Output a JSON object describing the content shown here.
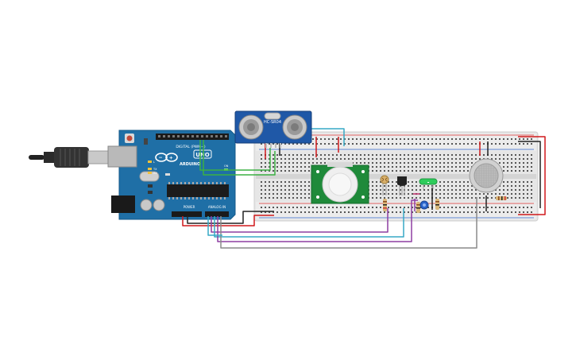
{
  "arduino": {
    "brand": "ARDUINO",
    "model": "UNO",
    "digital_label": "DIGITAL (PWM~)",
    "power_label": "POWER",
    "analog_label": "ANALOG IN",
    "on_label": "ON",
    "tx_label": "TX",
    "rx_label": "RX",
    "l_label": "L"
  },
  "ultrasonic": {
    "model": "HC-SR04"
  },
  "components": [
    {
      "name": "usb-cable"
    },
    {
      "name": "arduino-uno"
    },
    {
      "name": "breadboard"
    },
    {
      "name": "ultrasonic-sensor"
    },
    {
      "name": "pir-sensor"
    },
    {
      "name": "photoresistor"
    },
    {
      "name": "temperature-sensor"
    },
    {
      "name": "led"
    },
    {
      "name": "potentiometer"
    },
    {
      "name": "gas-sensor"
    },
    {
      "name": "resistor"
    }
  ],
  "colors": {
    "board": "#1f6fa6",
    "breadboard": "#e9e9e9",
    "wire_red": "#d0191b",
    "wire_black": "#222222",
    "wire_green": "#3bb143",
    "wire_cyan": "#36a9c5",
    "wire_purple": "#8e3fa2",
    "wire_gray": "#8a8a8a",
    "wire_pink": "#c2306d"
  }
}
